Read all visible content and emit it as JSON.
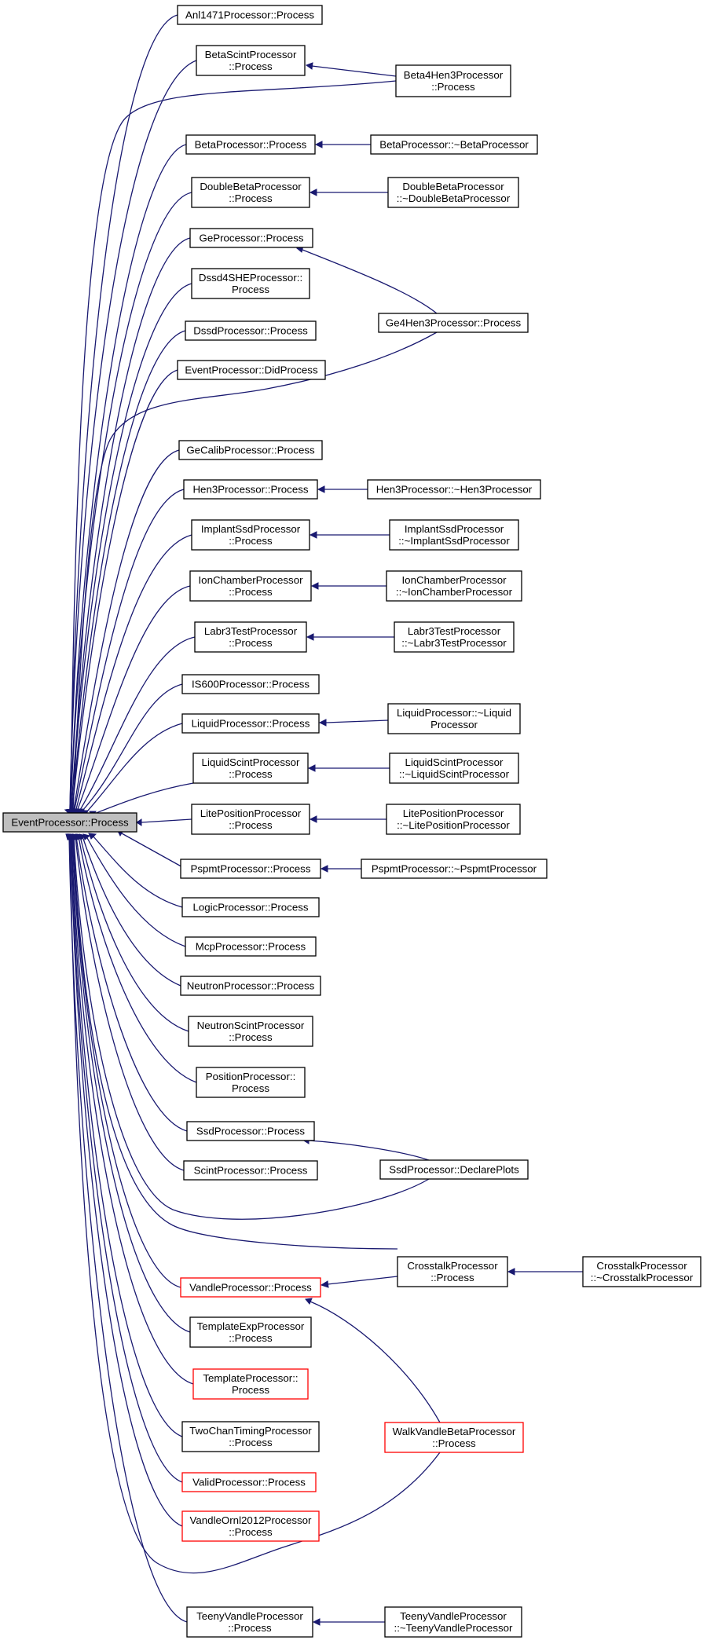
{
  "graph": {
    "edge_color": "#191970",
    "node_fill": "#ffffff",
    "root_fill": "#bfbfbf",
    "border_default": "#000000",
    "border_red": "#ff0000",
    "nodes": [
      {
        "id": "root",
        "lines": [
          "EventProcessor::Process"
        ],
        "style": "root"
      },
      {
        "id": "anl1471",
        "lines": [
          "Anl1471Processor::Process"
        ]
      },
      {
        "id": "betascint",
        "lines": [
          "BetaScintProcessor",
          "::Process"
        ]
      },
      {
        "id": "beta4hen3",
        "lines": [
          "Beta4Hen3Processor",
          "::Process"
        ]
      },
      {
        "id": "beta",
        "lines": [
          "BetaProcessor::Process"
        ]
      },
      {
        "id": "beta_d",
        "lines": [
          "BetaProcessor::~BetaProcessor"
        ]
      },
      {
        "id": "doublebeta",
        "lines": [
          "DoubleBetaProcessor",
          "::Process"
        ]
      },
      {
        "id": "doublebeta_d",
        "lines": [
          "DoubleBetaProcessor",
          "::~DoubleBetaProcessor"
        ]
      },
      {
        "id": "ge",
        "lines": [
          "GeProcessor::Process"
        ]
      },
      {
        "id": "dssd4she",
        "lines": [
          "Dssd4SHEProcessor::",
          "Process"
        ]
      },
      {
        "id": "ge4hen3",
        "lines": [
          "Ge4Hen3Processor::Process"
        ]
      },
      {
        "id": "dssd",
        "lines": [
          "DssdProcessor::Process"
        ]
      },
      {
        "id": "didprocess",
        "lines": [
          "EventProcessor::DidProcess"
        ]
      },
      {
        "id": "gecalib",
        "lines": [
          "GeCalibProcessor::Process"
        ]
      },
      {
        "id": "hen3",
        "lines": [
          "Hen3Processor::Process"
        ]
      },
      {
        "id": "hen3_d",
        "lines": [
          "Hen3Processor::~Hen3Processor"
        ]
      },
      {
        "id": "implant",
        "lines": [
          "ImplantSsdProcessor",
          "::Process"
        ]
      },
      {
        "id": "implant_d",
        "lines": [
          "ImplantSsdProcessor",
          "::~ImplantSsdProcessor"
        ]
      },
      {
        "id": "ionchamber",
        "lines": [
          "IonChamberProcessor",
          "::Process"
        ]
      },
      {
        "id": "ionchamber_d",
        "lines": [
          "IonChamberProcessor",
          "::~IonChamberProcessor"
        ]
      },
      {
        "id": "labr3",
        "lines": [
          "Labr3TestProcessor",
          "::Process"
        ]
      },
      {
        "id": "labr3_d",
        "lines": [
          "Labr3TestProcessor",
          "::~Labr3TestProcessor"
        ]
      },
      {
        "id": "is600",
        "lines": [
          "IS600Processor::Process"
        ]
      },
      {
        "id": "liquid",
        "lines": [
          "LiquidProcessor::Process"
        ]
      },
      {
        "id": "liquid_d",
        "lines": [
          "LiquidProcessor::~Liquid",
          "Processor"
        ]
      },
      {
        "id": "liquidscint",
        "lines": [
          "LiquidScintProcessor",
          "::Process"
        ]
      },
      {
        "id": "liquidscint_d",
        "lines": [
          "LiquidScintProcessor",
          "::~LiquidScintProcessor"
        ]
      },
      {
        "id": "liteposition",
        "lines": [
          "LitePositionProcessor",
          "::Process"
        ]
      },
      {
        "id": "liteposition_d",
        "lines": [
          "LitePositionProcessor",
          "::~LitePositionProcessor"
        ]
      },
      {
        "id": "pspmt",
        "lines": [
          "PspmtProcessor::Process"
        ]
      },
      {
        "id": "pspmt_d",
        "lines": [
          "PspmtProcessor::~PspmtProcessor"
        ]
      },
      {
        "id": "logic",
        "lines": [
          "LogicProcessor::Process"
        ]
      },
      {
        "id": "mcp",
        "lines": [
          "McpProcessor::Process"
        ]
      },
      {
        "id": "neutron",
        "lines": [
          "NeutronProcessor::Process"
        ]
      },
      {
        "id": "neutronscint",
        "lines": [
          "NeutronScintProcessor",
          "::Process"
        ]
      },
      {
        "id": "position",
        "lines": [
          "PositionProcessor::",
          "Process"
        ]
      },
      {
        "id": "ssd",
        "lines": [
          "SsdProcessor::Process"
        ]
      },
      {
        "id": "scint",
        "lines": [
          "ScintProcessor::Process"
        ]
      },
      {
        "id": "ssd_declare",
        "lines": [
          "SsdProcessor::DeclarePlots"
        ]
      },
      {
        "id": "crosstalk",
        "lines": [
          "CrosstalkProcessor",
          "::Process"
        ]
      },
      {
        "id": "crosstalk_d",
        "lines": [
          "CrosstalkProcessor",
          "::~CrosstalkProcessor"
        ]
      },
      {
        "id": "vandle",
        "lines": [
          "VandleProcessor::Process"
        ],
        "style": "red"
      },
      {
        "id": "templateexp",
        "lines": [
          "TemplateExpProcessor",
          "::Process"
        ]
      },
      {
        "id": "template",
        "lines": [
          "TemplateProcessor::",
          "Process"
        ],
        "style": "red"
      },
      {
        "id": "twochan",
        "lines": [
          "TwoChanTimingProcessor",
          "::Process"
        ]
      },
      {
        "id": "walkvandle",
        "lines": [
          "WalkVandleBetaProcessor",
          "::Process"
        ],
        "style": "red"
      },
      {
        "id": "valid",
        "lines": [
          "ValidProcessor::Process"
        ],
        "style": "red"
      },
      {
        "id": "vandleornl",
        "lines": [
          "VandleOrnl2012Processor",
          "::Process"
        ],
        "style": "red"
      },
      {
        "id": "teeny",
        "lines": [
          "TeenyVandleProcessor",
          "::Process"
        ]
      },
      {
        "id": "teeny_d",
        "lines": [
          "TeenyVandleProcessor",
          "::~TeenyVandleProcessor"
        ]
      }
    ]
  }
}
